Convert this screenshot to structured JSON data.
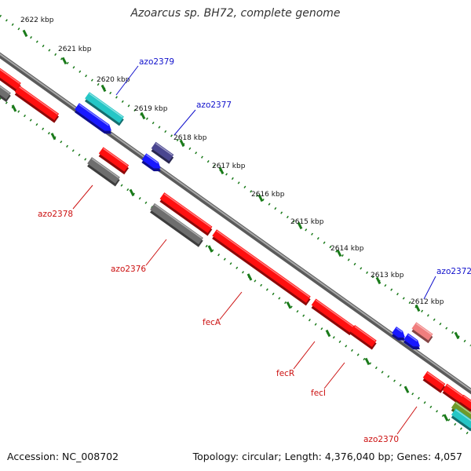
{
  "title": "Azoarcus sp. BH72, complete genome",
  "accession": "Accession: NC_008702",
  "topology": "Topology: circular; Length: 4,376,040 bp; Genes: 4,057",
  "colors": {
    "background": "#ffffff",
    "backbone": "#808080",
    "ticks": "#1a7a1a",
    "label_forward": "#1010cc",
    "label_reverse": "#cc1010",
    "gene_red": "#ff1010",
    "gene_blue": "#1818ff",
    "gene_gray": "#6e6e6e",
    "gene_cyan": "#25c6c6",
    "gene_slate": "#4a4690",
    "gene_pink": "#f07e7e",
    "gene_olive": "#6f9a2a"
  },
  "ticks": [
    "2622 kbp",
    "2621 kbp",
    "2620 kbp",
    "2619 kbp",
    "2618 kbp",
    "2617 kbp",
    "2616 kbp",
    "2615 kbp",
    "2614 kbp",
    "2613 kbp",
    "2612 kbp"
  ],
  "forward_labels": [
    "azo2379",
    "azo2377",
    "azo2372"
  ],
  "reverse_labels": [
    "azo2378",
    "azo2376",
    "fecA",
    "fecR",
    "fecI",
    "azo2370"
  ]
}
